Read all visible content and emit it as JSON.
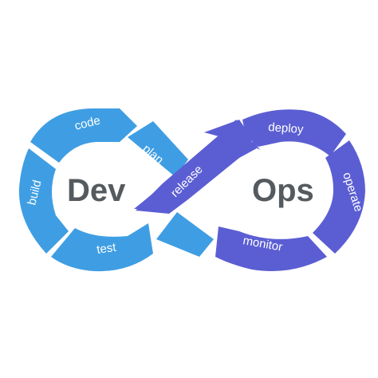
{
  "diagram": {
    "left_label": "Dev",
    "right_label": "Ops",
    "stages": {
      "code": "code",
      "plan": "plan",
      "build": "build",
      "test": "test",
      "release": "release",
      "deploy": "deploy",
      "operate": "operate",
      "monitor": "monitor"
    },
    "colors": {
      "dev_blue": "#3f9ee3",
      "dev_blue_dark": "#2f86cc",
      "ops_purple": "#5b5ed3",
      "ops_purple_dark": "#4a4dc0",
      "center_text": "#555a5e"
    }
  }
}
